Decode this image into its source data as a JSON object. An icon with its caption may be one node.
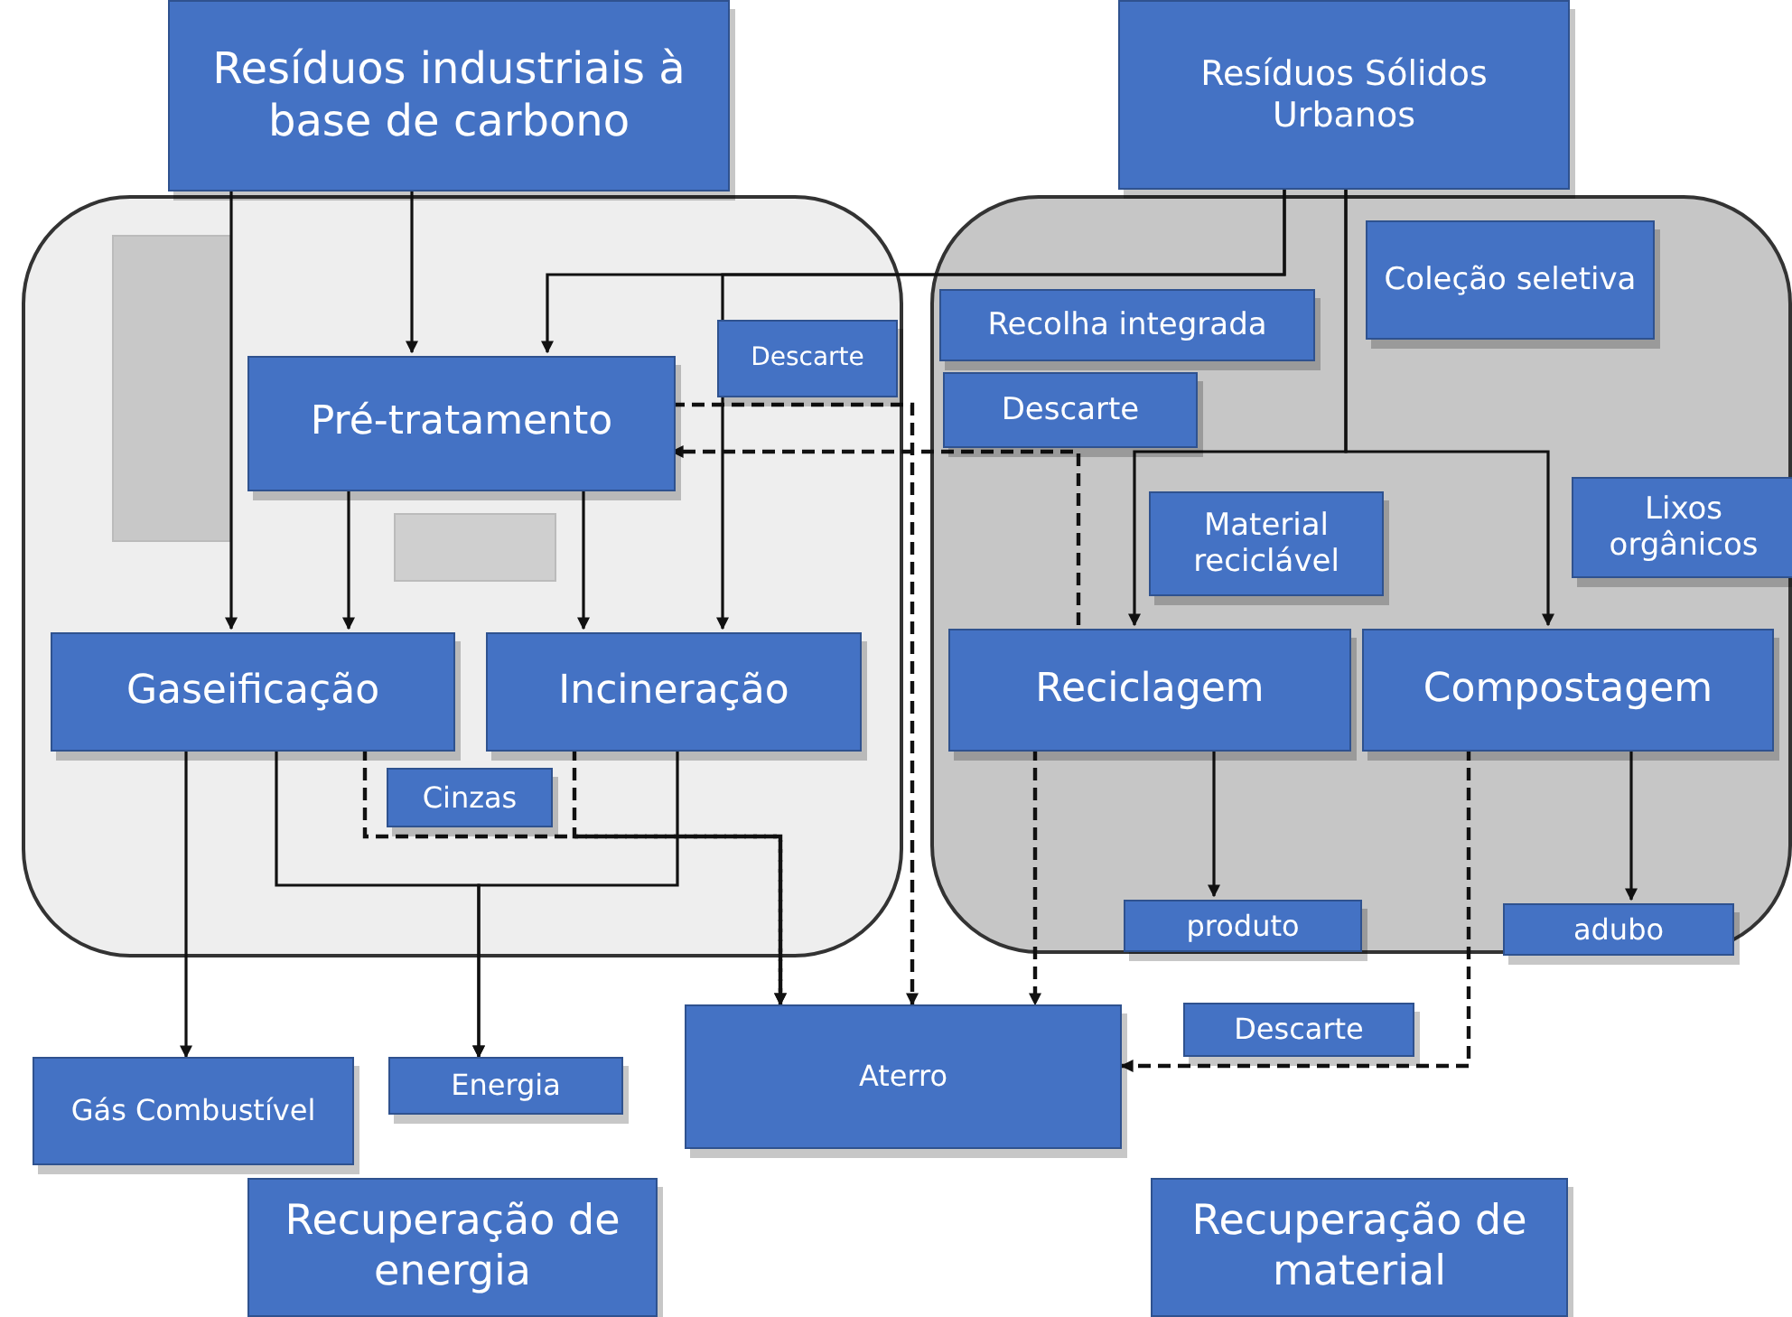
{
  "diagram": {
    "nodes": [
      {
        "text": [
          "Resíduos industriais à base de carbono"
        ]
      },
      {
        "text": [
          "Resíduos Sólidos Urbanos"
        ]
      },
      {
        "text": [],
        "shape": "band"
      },
      {
        "text": [
          "Pré-tratamento"
        ],
        "in": 2
      },
      {
        "text": [
          "Descarte"
        ],
        "in": 2
      },
      {
        "text": [
          "Gaseificação"
        ],
        "in": 2
      },
      {
        "text": [
          "Incineração"
        ],
        "in": 2
      },
      {
        "text": [
          "Cinzas"
        ],
        "in": 2
      },
      {
        "text": [],
        "shape": "band"
      },
      {
        "text": [
          "Recolha integrada"
        ],
        "in": 8
      },
      {
        "text": [
          "Descarte"
        ],
        "in": 8
      },
      {
        "text": [
          "Coleção seletiva"
        ],
        "in": 8
      },
      {
        "text": [
          "Material reciclável"
        ],
        "in": 8
      },
      {
        "text": [
          "Lixos orgânicos"
        ],
        "in": 8
      },
      {
        "text": [
          "Reciclagem"
        ],
        "in": 8
      },
      {
        "text": [
          "Compostagem"
        ],
        "in": 8
      },
      {
        "text": [
          "produto"
        ],
        "in": 8
      },
      {
        "text": [
          "adubo"
        ],
        "in": 8
      },
      {
        "text": [
          "Aterro"
        ]
      },
      {
        "text": [
          "Descarte"
        ]
      },
      {
        "text": [
          "Gás Combustível"
        ]
      },
      {
        "text": [
          "Energia"
        ]
      },
      {
        "text": [
          "Recuperação de energia"
        ]
      },
      {
        "text": [
          "Recuperação de material"
        ]
      },
      {
        "text": [],
        "shape": "box",
        "in": 2
      },
      {
        "text": [],
        "shape": "box",
        "in": 2
      }
    ],
    "edges": [
      {
        "from": 0,
        "to": 5,
        "arrow": "to"
      },
      {
        "from": 0,
        "to": 3,
        "arrow": "to"
      },
      {
        "from": 1,
        "to": 3,
        "arrow": "to"
      },
      {
        "from": 1,
        "to": 6,
        "arrow": "to"
      },
      {
        "from": 3,
        "to": 5,
        "arrow": "to"
      },
      {
        "from": 3,
        "to": 6,
        "arrow": "to"
      },
      {
        "from": 3,
        "to": 18,
        "arrow": "to",
        "style": "dashed"
      },
      {
        "from": 14,
        "to": 3,
        "arrow": "to",
        "style": "dashed"
      },
      {
        "from": 1,
        "to": 14,
        "arrow": "to"
      },
      {
        "from": 1,
        "to": 15,
        "arrow": "to"
      },
      {
        "from": 5,
        "to": 20,
        "arrow": "to"
      },
      {
        "from": 5,
        "to": 21,
        "arrow": "to"
      },
      {
        "from": 6,
        "to": 21,
        "arrow": "to"
      },
      {
        "from": 5,
        "to": 18,
        "arrow": "to",
        "style": "dashed"
      },
      {
        "from": 6,
        "to": 18,
        "arrow": "to",
        "style": "dashed"
      },
      {
        "from": 14,
        "to": 18,
        "arrow": "to",
        "style": "dashed"
      },
      {
        "from": 14,
        "to": 16,
        "arrow": "to"
      },
      {
        "from": 15,
        "to": 17,
        "arrow": "to"
      },
      {
        "from": 15,
        "to": 18,
        "arrow": "to",
        "style": "dashed"
      }
    ]
  }
}
